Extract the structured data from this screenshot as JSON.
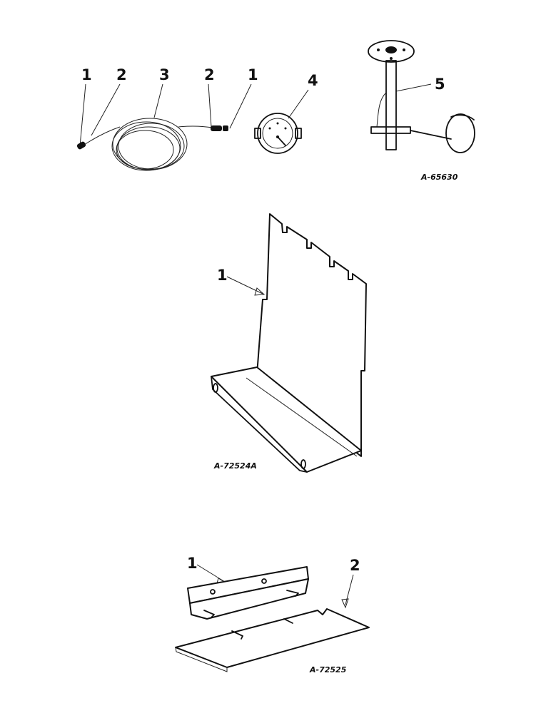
{
  "figures": [
    {
      "id": "A-65630",
      "callouts": {
        "c1_left": "1",
        "c2_left": "2",
        "c3": "3",
        "c2_right": "2",
        "c1_right": "1",
        "c4": "4",
        "c5": "5"
      }
    },
    {
      "id": "A-72524A",
      "callouts": {
        "c1": "1"
      }
    },
    {
      "id": "A-72525",
      "callouts": {
        "c1": "1",
        "c2": "2"
      }
    }
  ]
}
